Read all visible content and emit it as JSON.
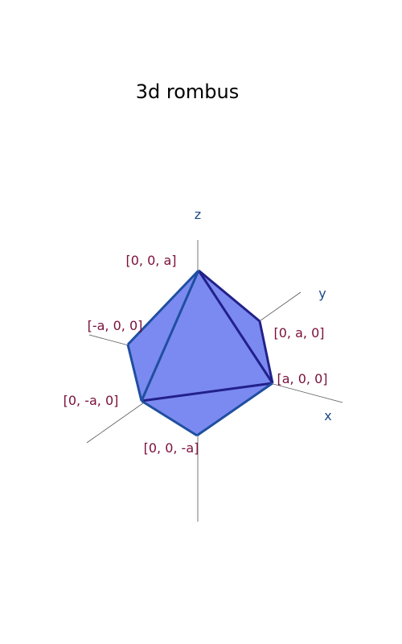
{
  "title": "3d rombus",
  "colors": {
    "face": "#7b8af0",
    "edge_front": "#1f4fa0",
    "edge_back": "#22208a",
    "axis": "#555555",
    "axis_label": "#1a4a8a",
    "vertex_label": "#7a0f3a"
  },
  "axes": [
    {
      "id": "x",
      "label": "x"
    },
    {
      "id": "y",
      "label": "y"
    },
    {
      "id": "z",
      "label": "z"
    }
  ],
  "vertices": [
    {
      "id": "top",
      "label": "[0, 0, a]"
    },
    {
      "id": "ypos",
      "label": "[0, a, 0]"
    },
    {
      "id": "xpos",
      "label": "[a, 0, 0]"
    },
    {
      "id": "xneg",
      "label": "[-a, 0, 0]"
    },
    {
      "id": "yneg",
      "label": "[0, -a, 0]"
    },
    {
      "id": "bottom",
      "label": "[0, 0, -a]"
    }
  ]
}
